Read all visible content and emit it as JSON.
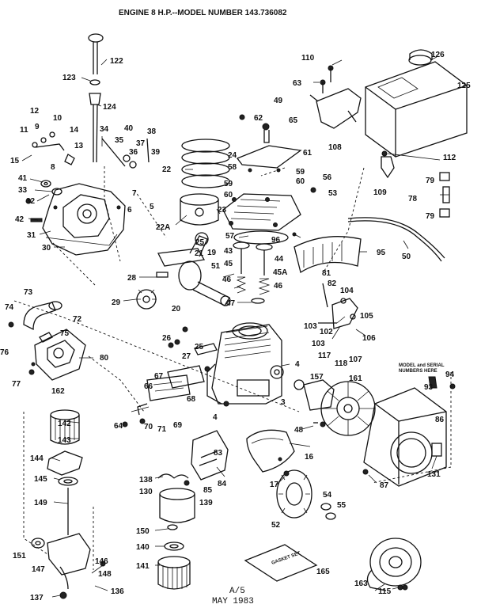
{
  "header": {
    "title": "ENGINE 8 H.P.--MODEL NUMBER 143.736082"
  },
  "footer": {
    "code": "A/5",
    "date": "MAY 1983"
  },
  "notes": {
    "model_serial": "MODEL and SERIAL\nNUMBERS HERE",
    "gasket_set": "GASKET SET"
  },
  "labels": [
    {
      "id": "p122",
      "text": "122"
    },
    {
      "id": "p123",
      "text": "123"
    },
    {
      "id": "p124",
      "text": "124"
    },
    {
      "id": "p12",
      "text": "12"
    },
    {
      "id": "p9",
      "text": "9"
    },
    {
      "id": "p10",
      "text": "10"
    },
    {
      "id": "p11",
      "text": "11"
    },
    {
      "id": "p14",
      "text": "14"
    },
    {
      "id": "p13",
      "text": "13"
    },
    {
      "id": "p15",
      "text": "15"
    },
    {
      "id": "p8",
      "text": "8"
    },
    {
      "id": "p41",
      "text": "41"
    },
    {
      "id": "p33",
      "text": "33"
    },
    {
      "id": "p32",
      "text": "32"
    },
    {
      "id": "p42",
      "text": "42"
    },
    {
      "id": "p31",
      "text": "31"
    },
    {
      "id": "p30",
      "text": "30"
    },
    {
      "id": "p34",
      "text": "34"
    },
    {
      "id": "p35",
      "text": "35"
    },
    {
      "id": "p40",
      "text": "40"
    },
    {
      "id": "p36",
      "text": "36"
    },
    {
      "id": "p37",
      "text": "37"
    },
    {
      "id": "p38",
      "text": "38"
    },
    {
      "id": "p39",
      "text": "39"
    },
    {
      "id": "p7",
      "text": "7"
    },
    {
      "id": "p6",
      "text": "6"
    },
    {
      "id": "p5",
      "text": "5"
    },
    {
      "id": "p22",
      "text": "22"
    },
    {
      "id": "p22a",
      "text": "22A"
    },
    {
      "id": "p23",
      "text": "23"
    },
    {
      "id": "p24",
      "text": "24"
    },
    {
      "id": "p62",
      "text": "62"
    },
    {
      "id": "p49",
      "text": "49"
    },
    {
      "id": "p65",
      "text": "65"
    },
    {
      "id": "p61",
      "text": "61"
    },
    {
      "id": "p58",
      "text": "58"
    },
    {
      "id": "p59a",
      "text": "59"
    },
    {
      "id": "p60a",
      "text": "60"
    },
    {
      "id": "p59b",
      "text": "59"
    },
    {
      "id": "p60b",
      "text": "60"
    },
    {
      "id": "p56",
      "text": "56"
    },
    {
      "id": "p53",
      "text": "53"
    },
    {
      "id": "p57",
      "text": "57"
    },
    {
      "id": "p96",
      "text": "96"
    },
    {
      "id": "p110",
      "text": "110"
    },
    {
      "id": "p63",
      "text": "63"
    },
    {
      "id": "p108",
      "text": "108"
    },
    {
      "id": "p126",
      "text": "126"
    },
    {
      "id": "p125",
      "text": "125"
    },
    {
      "id": "p112",
      "text": "112"
    },
    {
      "id": "p109",
      "text": "109"
    },
    {
      "id": "p79a",
      "text": "79"
    },
    {
      "id": "p78",
      "text": "78"
    },
    {
      "id": "p79b",
      "text": "79"
    },
    {
      "id": "p50",
      "text": "50"
    },
    {
      "id": "p95",
      "text": "95"
    },
    {
      "id": "p25",
      "text": "25"
    },
    {
      "id": "p21",
      "text": "21"
    },
    {
      "id": "p19",
      "text": "19"
    },
    {
      "id": "p51",
      "text": "51"
    },
    {
      "id": "p28",
      "text": "28"
    },
    {
      "id": "p29",
      "text": "29"
    },
    {
      "id": "p20",
      "text": "20"
    },
    {
      "id": "p43",
      "text": "43"
    },
    {
      "id": "p44",
      "text": "44"
    },
    {
      "id": "p45",
      "text": "45"
    },
    {
      "id": "p45a",
      "text": "45A"
    },
    {
      "id": "p46a",
      "text": "46"
    },
    {
      "id": "p46b",
      "text": "46"
    },
    {
      "id": "p47",
      "text": "47"
    },
    {
      "id": "p81",
      "text": "81"
    },
    {
      "id": "p82",
      "text": "82"
    },
    {
      "id": "p104",
      "text": "104"
    },
    {
      "id": "p105",
      "text": "105"
    },
    {
      "id": "p103a",
      "text": "103"
    },
    {
      "id": "p102",
      "text": "102"
    },
    {
      "id": "p106",
      "text": "106"
    },
    {
      "id": "p103b",
      "text": "103"
    },
    {
      "id": "p117",
      "text": "117"
    },
    {
      "id": "p118",
      "text": "118"
    },
    {
      "id": "p107",
      "text": "107"
    },
    {
      "id": "p73",
      "text": "73"
    },
    {
      "id": "p74",
      "text": "74"
    },
    {
      "id": "p72",
      "text": "72"
    },
    {
      "id": "p75",
      "text": "75"
    },
    {
      "id": "p76",
      "text": "76"
    },
    {
      "id": "p80",
      "text": "80"
    },
    {
      "id": "p77",
      "text": "77"
    },
    {
      "id": "p162",
      "text": "162"
    },
    {
      "id": "p26",
      "text": "26"
    },
    {
      "id": "p25b",
      "text": "25"
    },
    {
      "id": "p27",
      "text": "27"
    },
    {
      "id": "p4a",
      "text": "4"
    },
    {
      "id": "p157",
      "text": "157"
    },
    {
      "id": "p161",
      "text": "161"
    },
    {
      "id": "p3",
      "text": "3"
    },
    {
      "id": "p94",
      "text": "94"
    },
    {
      "id": "p93",
      "text": "93"
    },
    {
      "id": "p86",
      "text": "86"
    },
    {
      "id": "p67",
      "text": "67"
    },
    {
      "id": "p66",
      "text": "66"
    },
    {
      "id": "p68",
      "text": "68"
    },
    {
      "id": "p4b",
      "text": "4"
    },
    {
      "id": "p64",
      "text": "64"
    },
    {
      "id": "p70",
      "text": "70"
    },
    {
      "id": "p71",
      "text": "71"
    },
    {
      "id": "p69",
      "text": "69"
    },
    {
      "id": "p48",
      "text": "48"
    },
    {
      "id": "p16",
      "text": "16"
    },
    {
      "id": "p131",
      "text": "131"
    },
    {
      "id": "p142",
      "text": "142"
    },
    {
      "id": "p143",
      "text": "143"
    },
    {
      "id": "p144",
      "text": "144"
    },
    {
      "id": "p145",
      "text": "145"
    },
    {
      "id": "p149",
      "text": "149"
    },
    {
      "id": "p83",
      "text": "83"
    },
    {
      "id": "p84",
      "text": "84"
    },
    {
      "id": "p138",
      "text": "138"
    },
    {
      "id": "p85",
      "text": "85"
    },
    {
      "id": "p130",
      "text": "130"
    },
    {
      "id": "p139",
      "text": "139"
    },
    {
      "id": "p17",
      "text": "17"
    },
    {
      "id": "p87",
      "text": "87"
    },
    {
      "id": "p52",
      "text": "52"
    },
    {
      "id": "p54",
      "text": "54"
    },
    {
      "id": "p55",
      "text": "55"
    },
    {
      "id": "p150",
      "text": "150"
    },
    {
      "id": "p140",
      "text": "140"
    },
    {
      "id": "p151",
      "text": "151"
    },
    {
      "id": "p147",
      "text": "147"
    },
    {
      "id": "p146",
      "text": "146"
    },
    {
      "id": "p148",
      "text": "148"
    },
    {
      "id": "p141",
      "text": "141"
    },
    {
      "id": "p165",
      "text": "165"
    },
    {
      "id": "p137",
      "text": "137"
    },
    {
      "id": "p136",
      "text": "136"
    },
    {
      "id": "p163",
      "text": "163"
    },
    {
      "id": "p115",
      "text": "115"
    }
  ]
}
